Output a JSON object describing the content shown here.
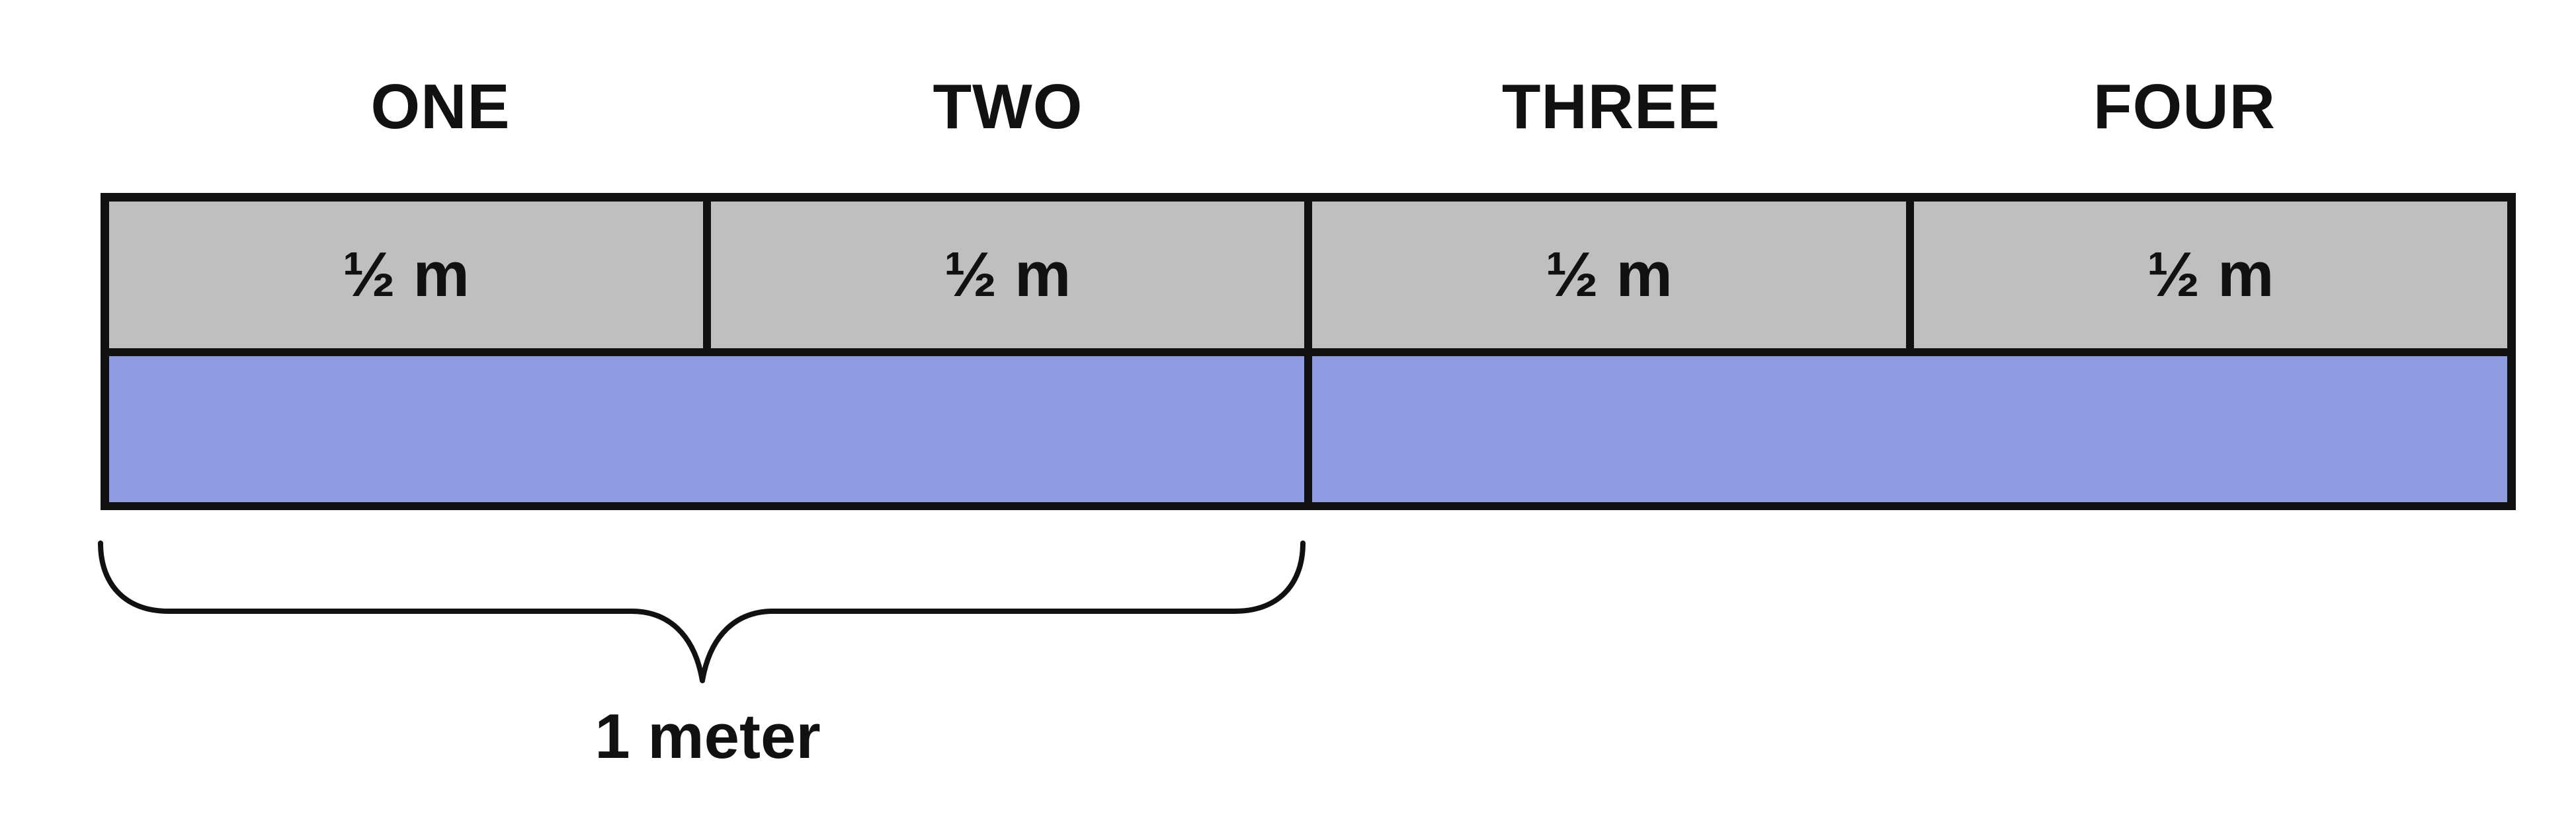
{
  "columns": [
    "ONE",
    "TWO",
    "THREE",
    "FOUR"
  ],
  "half_cells": [
    "½ m",
    "½ m",
    "½ m",
    "½ m"
  ],
  "meter_segments": 2,
  "brace_label": "1 meter",
  "colors": {
    "half_fill": "#bfbfbf",
    "meter_fill": "#8e9be0",
    "outline": "#111111"
  }
}
